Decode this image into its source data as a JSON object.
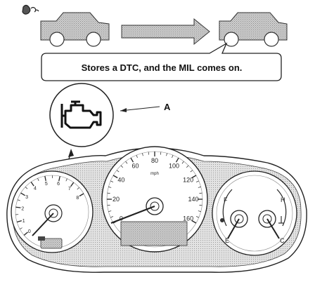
{
  "callout": {
    "text": "Stores a DTC, and the MIL comes on."
  },
  "label": {
    "a": "A"
  },
  "speedometer": {
    "numbers": [
      "0",
      "20",
      "40",
      "60",
      "80",
      "100",
      "120",
      "140",
      "160"
    ],
    "unit": "mph"
  },
  "tachometer": {
    "numbers": [
      "0",
      "1",
      "2",
      "3",
      "4",
      "5",
      "6",
      "7",
      "8"
    ]
  },
  "gauges": {
    "fuel_full": "F",
    "fuel_empty": "E",
    "temp_hot": "H",
    "temp_cold": "C"
  },
  "icons": [
    "car-icon",
    "arrow-icon",
    "check-engine-icon",
    "exhaust-icon"
  ]
}
